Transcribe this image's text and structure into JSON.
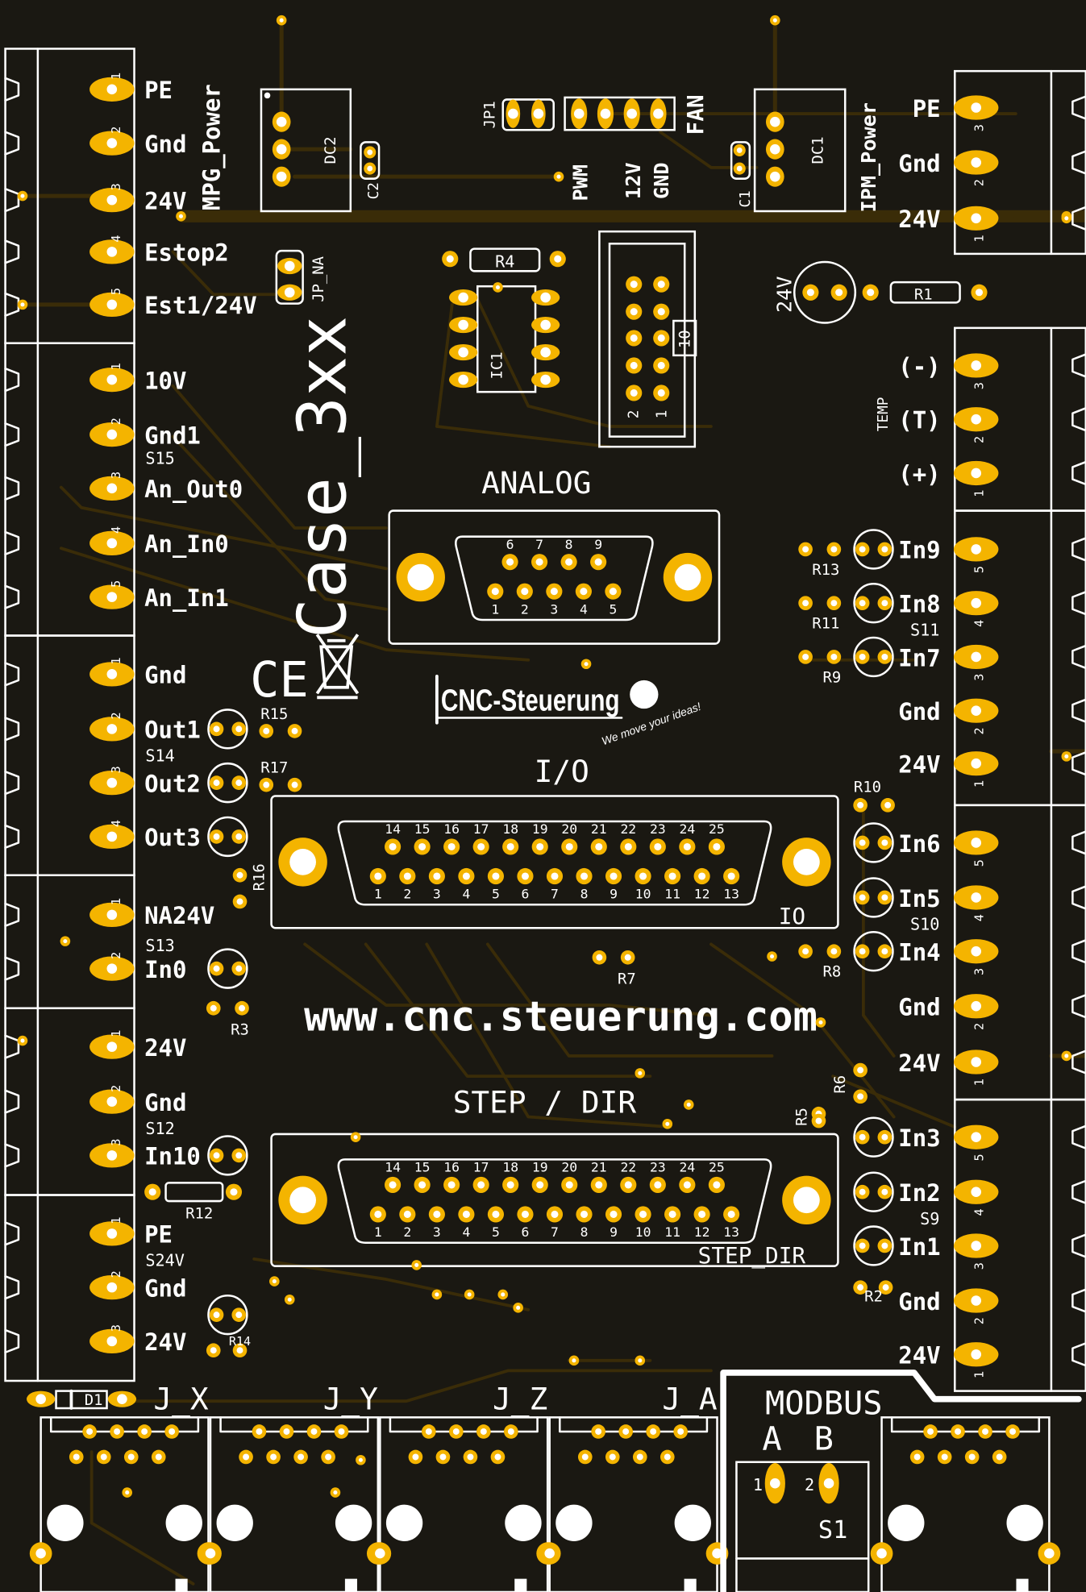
{
  "colors": {
    "board": "#1a1812",
    "copper": "#f4b400",
    "trace": "#3a2c08",
    "silk": "#ffffff"
  },
  "left_terminals": {
    "labels": [
      "PE",
      "Gnd",
      "24V",
      "Estop2",
      "Est1/24V",
      "10V",
      "Gnd1",
      "An_Out0",
      "An_In0",
      "An_In1",
      "Gnd",
      "Out1",
      "Out2",
      "Out3",
      "NA24V",
      "In0",
      "24V",
      "Gnd",
      "In10",
      "PE",
      "Gnd",
      "24V"
    ],
    "pins": [
      "1",
      "2",
      "3",
      "4",
      "5",
      "1",
      "2",
      "3",
      "4",
      "5",
      "1",
      "2",
      "3",
      "4",
      "1",
      "2",
      "1",
      "2",
      "3",
      "1",
      "2",
      "3"
    ],
    "groups": [
      "S15",
      "S14",
      "S13",
      "S12",
      "S24V"
    ]
  },
  "right_terminals": {
    "labels": [
      "PE",
      "Gnd",
      "24V",
      "(-)",
      "(T)",
      "(+)",
      "In9",
      "In8",
      "In7",
      "Gnd",
      "24V",
      "In6",
      "In5",
      "In4",
      "Gnd",
      "24V",
      "In3",
      "In2",
      "In1",
      "Gnd",
      "24V"
    ],
    "pins": [
      "3",
      "2",
      "1",
      "3",
      "2",
      "1",
      "5",
      "4",
      "3",
      "2",
      "1",
      "5",
      "4",
      "3",
      "2",
      "1",
      "5",
      "4",
      "3",
      "2",
      "1"
    ],
    "groups": [
      "S11",
      "S10",
      "S9"
    ],
    "temp_label": "TEMP"
  },
  "power": {
    "mpg": "MPG_Power",
    "ipm": "IPM_Power",
    "dc2": "DC2",
    "dc1": "DC1",
    "c2": "C2",
    "c1": "C1"
  },
  "fan": {
    "jp1": "JP1",
    "fan": "FAN",
    "pwm": "PWM",
    "v12": "12V",
    "gnd": "GND"
  },
  "components": {
    "r4": "R4",
    "ic1": "IC1",
    "hdr": "10",
    "hdr_pin2": "2",
    "hdr_pin1": "1",
    "led_24v": "24V",
    "r1": "R1",
    "jp_na": "JP_NA",
    "r13": "R13",
    "r11": "R11",
    "r9": "R9",
    "r10": "R10",
    "r8": "R8",
    "r7": "R7",
    "r6": "R6",
    "r5": "R5",
    "r2": "R2",
    "r15": "R15",
    "r17": "R17",
    "r16": "R16",
    "r3": "R3",
    "r12": "R12",
    "r14": "R14",
    "d1": "D1"
  },
  "case_label": "Case_3xx",
  "ce_mark": "CE",
  "logo": {
    "name": "CNC-Steuerung",
    "slogan": "We move your ideas!"
  },
  "connectors": {
    "analog": {
      "title": "ANALOG",
      "top_pins": [
        "6",
        "7",
        "8",
        "9"
      ],
      "bottom_pins": [
        "1",
        "2",
        "3",
        "4",
        "5"
      ]
    },
    "io": {
      "title": "I/O",
      "ref": "IO",
      "top_pins": [
        "14",
        "15",
        "16",
        "17",
        "18",
        "19",
        "20",
        "21",
        "22",
        "23",
        "24",
        "25"
      ],
      "bottom_pins": [
        "1",
        "2",
        "3",
        "4",
        "5",
        "6",
        "7",
        "8",
        "9",
        "10",
        "11",
        "12",
        "13"
      ]
    },
    "step_dir": {
      "title": "STEP / DIR",
      "ref": "STEP_DIR",
      "top_pins": [
        "14",
        "15",
        "16",
        "17",
        "18",
        "19",
        "20",
        "21",
        "22",
        "23",
        "24",
        "25"
      ],
      "bottom_pins": [
        "1",
        "2",
        "3",
        "4",
        "5",
        "6",
        "7",
        "8",
        "9",
        "10",
        "11",
        "12",
        "13"
      ]
    }
  },
  "website": "www.cnc.steuerung.com",
  "axes": [
    "J_X",
    "J_Y",
    "J_Z",
    "J_A"
  ],
  "modbus": {
    "title": "MODBUS",
    "a": "A",
    "b": "B",
    "switch": "S1",
    "pin1": "1",
    "pin2": "2"
  }
}
